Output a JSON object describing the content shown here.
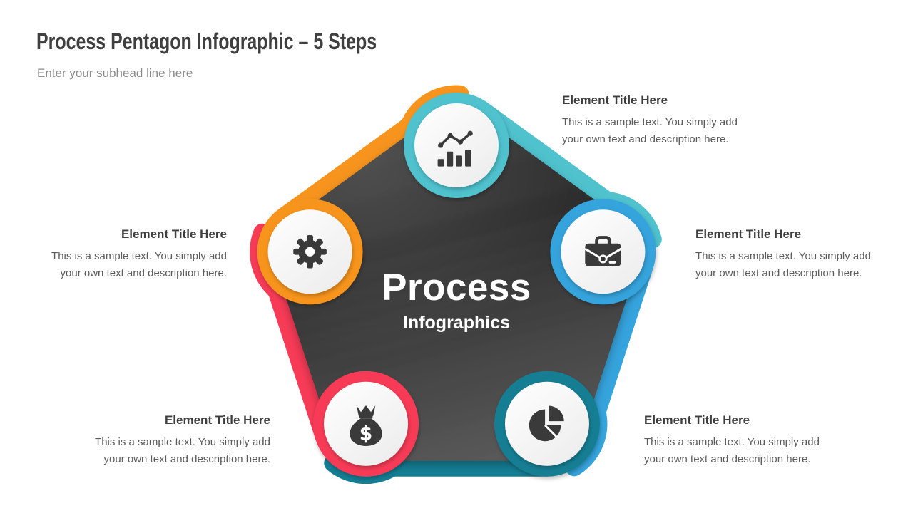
{
  "header": {
    "title": "Process Pentagon Infographic – 5 Steps",
    "subtitle": "Enter your subhead line here"
  },
  "center": {
    "title": "Process",
    "subtitle": "Infographics"
  },
  "colors": {
    "background": "#ffffff",
    "header_title": "#3f3f3f",
    "header_subtitle": "#8a8a8a",
    "element_title": "#3e3e3e",
    "element_body": "#5b5b5b",
    "center_text": "#ffffff",
    "icon": "#3a3a3a",
    "node_fill": "#ffffff",
    "pentagon_gradient": [
      "#3d3d3d",
      "#2e2e2e",
      "#585858"
    ]
  },
  "steps": [
    {
      "position": "top",
      "icon": "bar-chart-icon",
      "color": "#4fc2ce",
      "title": "Element Title Here",
      "body_line1": "This is a sample text. You simply add",
      "body_line2": "your own text and description here."
    },
    {
      "position": "right",
      "icon": "briefcase-icon",
      "color": "#35a3dc",
      "title": "Element Title Here",
      "body_line1": "This is a sample text. You simply add",
      "body_line2": "your own text and description here."
    },
    {
      "position": "bottom-right",
      "icon": "pie-chart-icon",
      "color": "#147e93",
      "title": "Element Title Here",
      "body_line1": "This is a sample text. You simply add",
      "body_line2": "your own text and description here."
    },
    {
      "position": "bottom-left",
      "icon": "money-bag-icon",
      "color": "#f73b56",
      "title": "Element Title Here",
      "body_line1": "This is a sample text. You simply add",
      "body_line2": "your own text and description here."
    },
    {
      "position": "left",
      "icon": "gear-icon",
      "color": "#f7941e",
      "title": "Element Title Here",
      "body_line1": "This is a sample text. You simply add",
      "body_line2": "your own text and description here."
    }
  ]
}
